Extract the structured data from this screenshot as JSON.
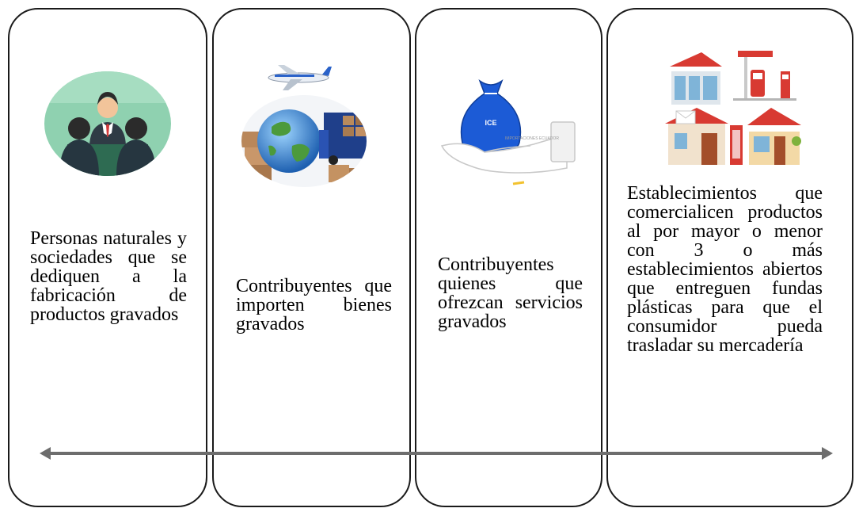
{
  "columns": [
    {
      "icon": "people-meeting-icon",
      "text": "Personas naturales y sociedades que se dediquen a la fabricación de productos gravados"
    },
    {
      "icon": "import-logistics-icon",
      "text": "Contribuyentes que importen bienes gravados"
    },
    {
      "icon": "tax-money-bag-icon",
      "text": "Contribuyentes quienes que ofrezcan servicios gravados",
      "bag_label": "ICE",
      "hand_label": "IMPORTACIONES ECUADOR"
    },
    {
      "icon": "storefronts-icon",
      "text": "Establecimientos que comercialicen productos al por mayor o menor con 3 o más establecimientos abiertos que entreguen fundas plásticas para que el consumidor pueda trasladar su mercadería"
    }
  ],
  "colors": {
    "border": "#1a1a1a",
    "arrow": "#6d6d6d",
    "meeting_bg": "#8fd1b0",
    "bag_blue": "#1c5bd6",
    "store_red": "#d83a32"
  }
}
